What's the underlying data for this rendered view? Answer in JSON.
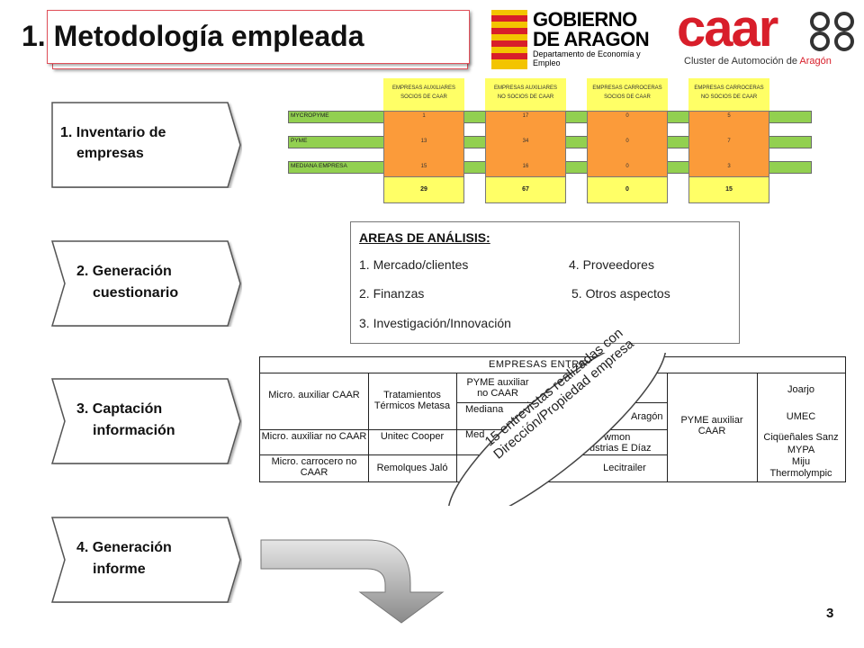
{
  "title": "1. Metodología empleada",
  "logos": {
    "gobierno": {
      "line1": "GOBIERNO",
      "line2": "DE ARAGON",
      "line3": "Departamento de Economía y Empleo"
    },
    "caar": {
      "word": "caar",
      "sub_prefix": "Cluster de Automoción de ",
      "sub_highlight": "Aragón"
    }
  },
  "steps": [
    {
      "label_line1": "1. Inventario de",
      "label_line2": "empresas"
    },
    {
      "label_line1": "2. Generación",
      "label_line2": "cuestionario"
    },
    {
      "label_line1": "3. Captación",
      "label_line2": "información"
    },
    {
      "label_line1": "4. Generación",
      "label_line2": "informe"
    }
  ],
  "inventory": {
    "rows": [
      "MYCROPYME",
      "PYME",
      "MEDIANA EMPRESA"
    ],
    "columns": [
      {
        "head1": "EMPRESAS AUXILIARES",
        "head2": "SOCIOS DE CAAR",
        "values": [
          "1",
          "13",
          "15"
        ],
        "total": "29"
      },
      {
        "head1": "EMPRESAS AUXILIARES",
        "head2": "NO SOCIOS DE CAAR",
        "values": [
          "17",
          "34",
          "16"
        ],
        "total": "67"
      },
      {
        "head1": "EMPRESAS CARROCERAS",
        "head2": "SOCIOS DE CAAR",
        "values": [
          "0",
          "0",
          "0"
        ],
        "total": "0"
      },
      {
        "head1": "EMPRESAS CARROCERAS",
        "head2": "NO SOCIOS DE CAAR",
        "values": [
          "5",
          "7",
          "3"
        ],
        "total": "15"
      }
    ]
  },
  "areas": {
    "title": "AREAS DE ANÁLISIS:",
    "items": [
      "1. Mercado/clientes",
      "4. Proveedores",
      "2. Finanzas",
      "5. Otros aspectos",
      "3. Investigación/Innovación"
    ]
  },
  "interviews": {
    "header": "EMPRESAS ENTREVISTA",
    "micro_aux_caar": "Micro. auxiliar CAAR",
    "micro_aux_caar_company": "Tratamientos Térmicos Metasa",
    "micro_aux_no_caar": "Micro. auxiliar no CAAR",
    "micro_aux_no_caar_company": "Unitec Cooper",
    "micro_carrocero": "Micro. carrocero no CAAR",
    "micro_carrocero_company": "Remolques Jaló",
    "pyme_aux_no": "PYME auxiliar no CAAR",
    "mediana": "Mediana",
    "aragon_frag": "Aragón",
    "med_frag": "Med",
    "wmon_frag": "wmon",
    "diaz_frag": "ustrias E Díaz",
    "lecitrailer": "Lecitrailer",
    "pyme_aux_caar": "PYME auxiliar CAAR",
    "companies_right": [
      "Joarjo",
      "UMEC",
      "Ciqüeñales Sanz",
      "MYPA",
      "Miju",
      "Thermolympic"
    ]
  },
  "annotation": "15 entrevistas realizadas con Dirección/Propiedad empresa",
  "page_number": "3",
  "colors": {
    "accent_red": "#d81e2a",
    "bar_green": "#92d050",
    "col_orange": "#fb9b3a",
    "yellow": "#ffff66"
  }
}
